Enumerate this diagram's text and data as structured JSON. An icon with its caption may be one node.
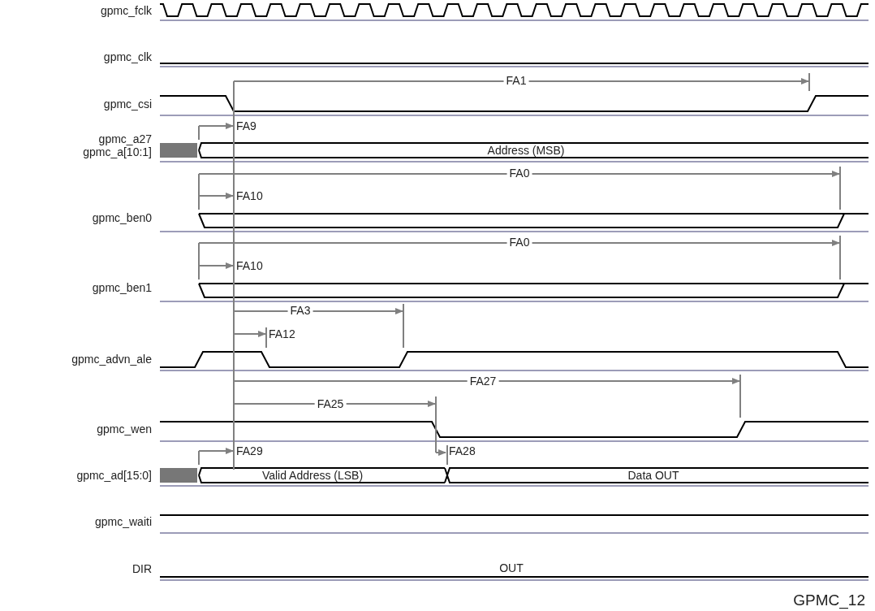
{
  "diagram": {
    "caption": "GPMC_12",
    "labels": [
      "gpmc_fclk",
      "gpmc_clk",
      "FA1",
      "gpmc_csi",
      "FA9",
      "gpmc_a27",
      "gpmc_a[10:1]",
      "Address (MSB)",
      "FA0",
      "FA10",
      "gpmc_ben0",
      "FA0",
      "FA10",
      "gpmc_ben1",
      "FA3",
      "FA12",
      "gpmc_advn_ale",
      "FA27",
      "FA25",
      "gpmc_wen",
      "FA29",
      "FA28",
      "gpmc_ad[15:0]",
      "Valid Address (LSB)",
      "Data OUT",
      "gpmc_waiti",
      "DIR",
      "OUT"
    ]
  }
}
